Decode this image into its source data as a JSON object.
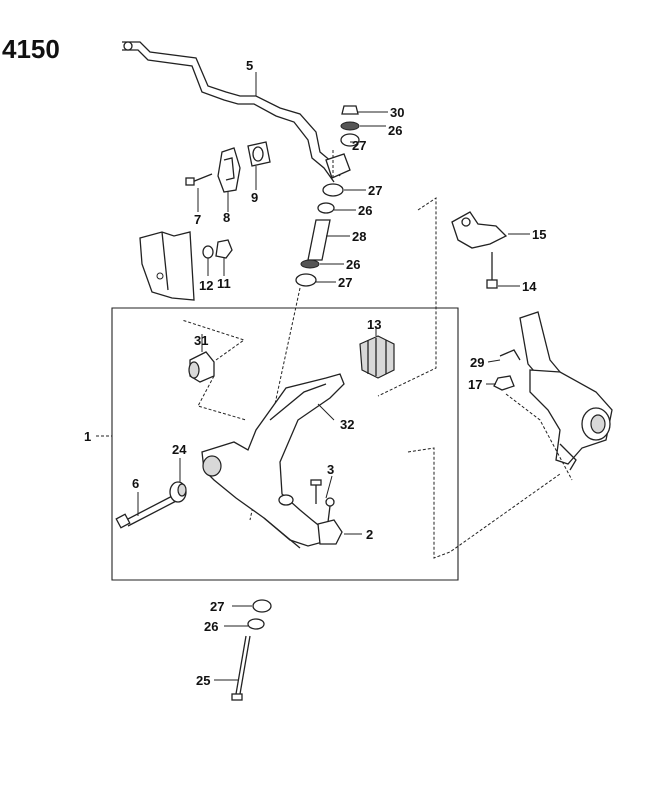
{
  "diagram": {
    "part_number": "4150",
    "callouts": {
      "c1": "1",
      "c2": "2",
      "c3": "3",
      "c5": "5",
      "c6": "6",
      "c7": "7",
      "c8": "8",
      "c9": "9",
      "c11": "11",
      "c12": "12",
      "c13": "13",
      "c14": "14",
      "c15": "15",
      "c17": "17",
      "c24": "24",
      "c25": "25",
      "c26a": "26",
      "c26b": "26",
      "c26c": "26",
      "c26d": "26",
      "c27a": "27",
      "c27b": "27",
      "c27c": "27",
      "c27d": "27",
      "c28": "28",
      "c29": "29",
      "c30": "30",
      "c31": "31",
      "c32": "32"
    }
  }
}
